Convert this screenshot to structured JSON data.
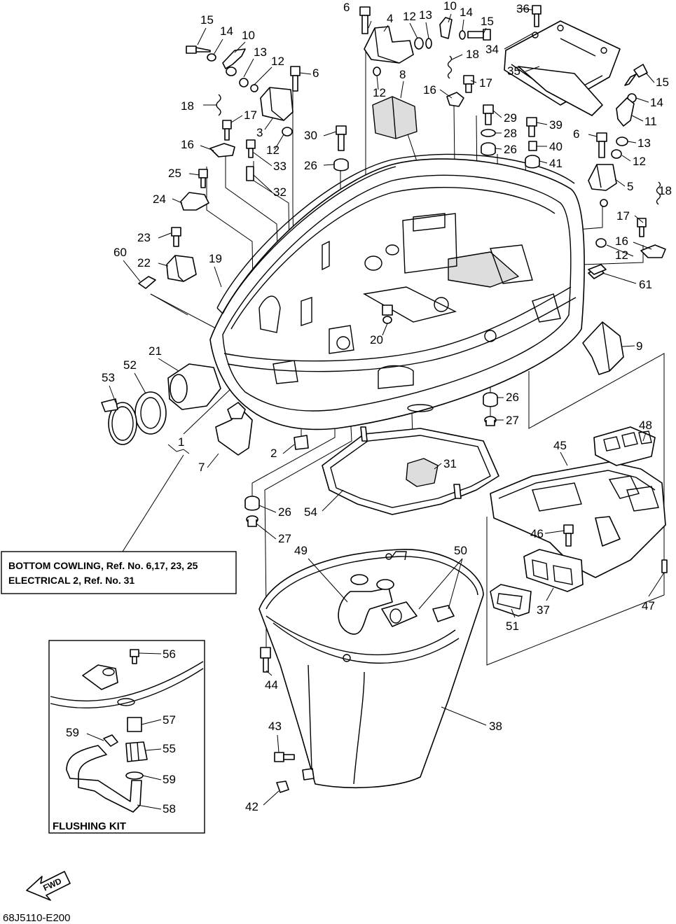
{
  "diagram": {
    "reference_box": {
      "line1": "BOTTOM COWLING,  Ref. No. 6,17, 23, 25",
      "line2": "ELECTRICAL 2,  Ref. No. 31"
    },
    "flushing_kit_label": "FLUSHING KIT",
    "forward_arrow_label": "FWD",
    "drawing_code": "68J5110-E200",
    "callouts": [
      {
        "label": "15"
      },
      {
        "label": "14"
      },
      {
        "label": "10"
      },
      {
        "label": "13"
      },
      {
        "label": "12"
      },
      {
        "label": "6"
      },
      {
        "label": "18"
      },
      {
        "label": "17"
      },
      {
        "label": "3"
      },
      {
        "label": "12"
      },
      {
        "label": "16"
      },
      {
        "label": "33"
      },
      {
        "label": "25"
      },
      {
        "label": "32"
      },
      {
        "label": "24"
      },
      {
        "label": "23"
      },
      {
        "label": "22"
      },
      {
        "label": "19"
      },
      {
        "label": "60"
      },
      {
        "label": "21"
      },
      {
        "label": "52"
      },
      {
        "label": "53"
      },
      {
        "label": "1"
      },
      {
        "label": "7"
      },
      {
        "label": "2"
      },
      {
        "label": "6"
      },
      {
        "label": "4"
      },
      {
        "label": "12"
      },
      {
        "label": "13"
      },
      {
        "label": "10"
      },
      {
        "label": "14"
      },
      {
        "label": "15"
      },
      {
        "label": "36"
      },
      {
        "label": "34"
      },
      {
        "label": "18"
      },
      {
        "label": "12"
      },
      {
        "label": "8"
      },
      {
        "label": "16"
      },
      {
        "label": "17"
      },
      {
        "label": "35"
      },
      {
        "label": "30"
      },
      {
        "label": "26"
      },
      {
        "label": "29"
      },
      {
        "label": "28"
      },
      {
        "label": "26"
      },
      {
        "label": "39"
      },
      {
        "label": "40"
      },
      {
        "label": "41"
      },
      {
        "label": "15"
      },
      {
        "label": "14"
      },
      {
        "label": "11"
      },
      {
        "label": "6"
      },
      {
        "label": "13"
      },
      {
        "label": "12"
      },
      {
        "label": "5"
      },
      {
        "label": "18"
      },
      {
        "label": "17"
      },
      {
        "label": "16"
      },
      {
        "label": "12"
      },
      {
        "label": "61"
      },
      {
        "label": "20"
      },
      {
        "label": "9"
      },
      {
        "label": "26"
      },
      {
        "label": "27"
      },
      {
        "label": "48"
      },
      {
        "label": "45"
      },
      {
        "label": "31"
      },
      {
        "label": "54"
      },
      {
        "label": "26"
      },
      {
        "label": "27"
      },
      {
        "label": "46"
      },
      {
        "label": "49"
      },
      {
        "label": "50"
      },
      {
        "label": "47"
      },
      {
        "label": "37"
      },
      {
        "label": "51"
      },
      {
        "label": "44"
      },
      {
        "label": "38"
      },
      {
        "label": "43"
      },
      {
        "label": "42"
      },
      {
        "label": "56"
      },
      {
        "label": "57"
      },
      {
        "label": "59"
      },
      {
        "label": "55"
      },
      {
        "label": "59"
      },
      {
        "label": "58"
      }
    ]
  }
}
